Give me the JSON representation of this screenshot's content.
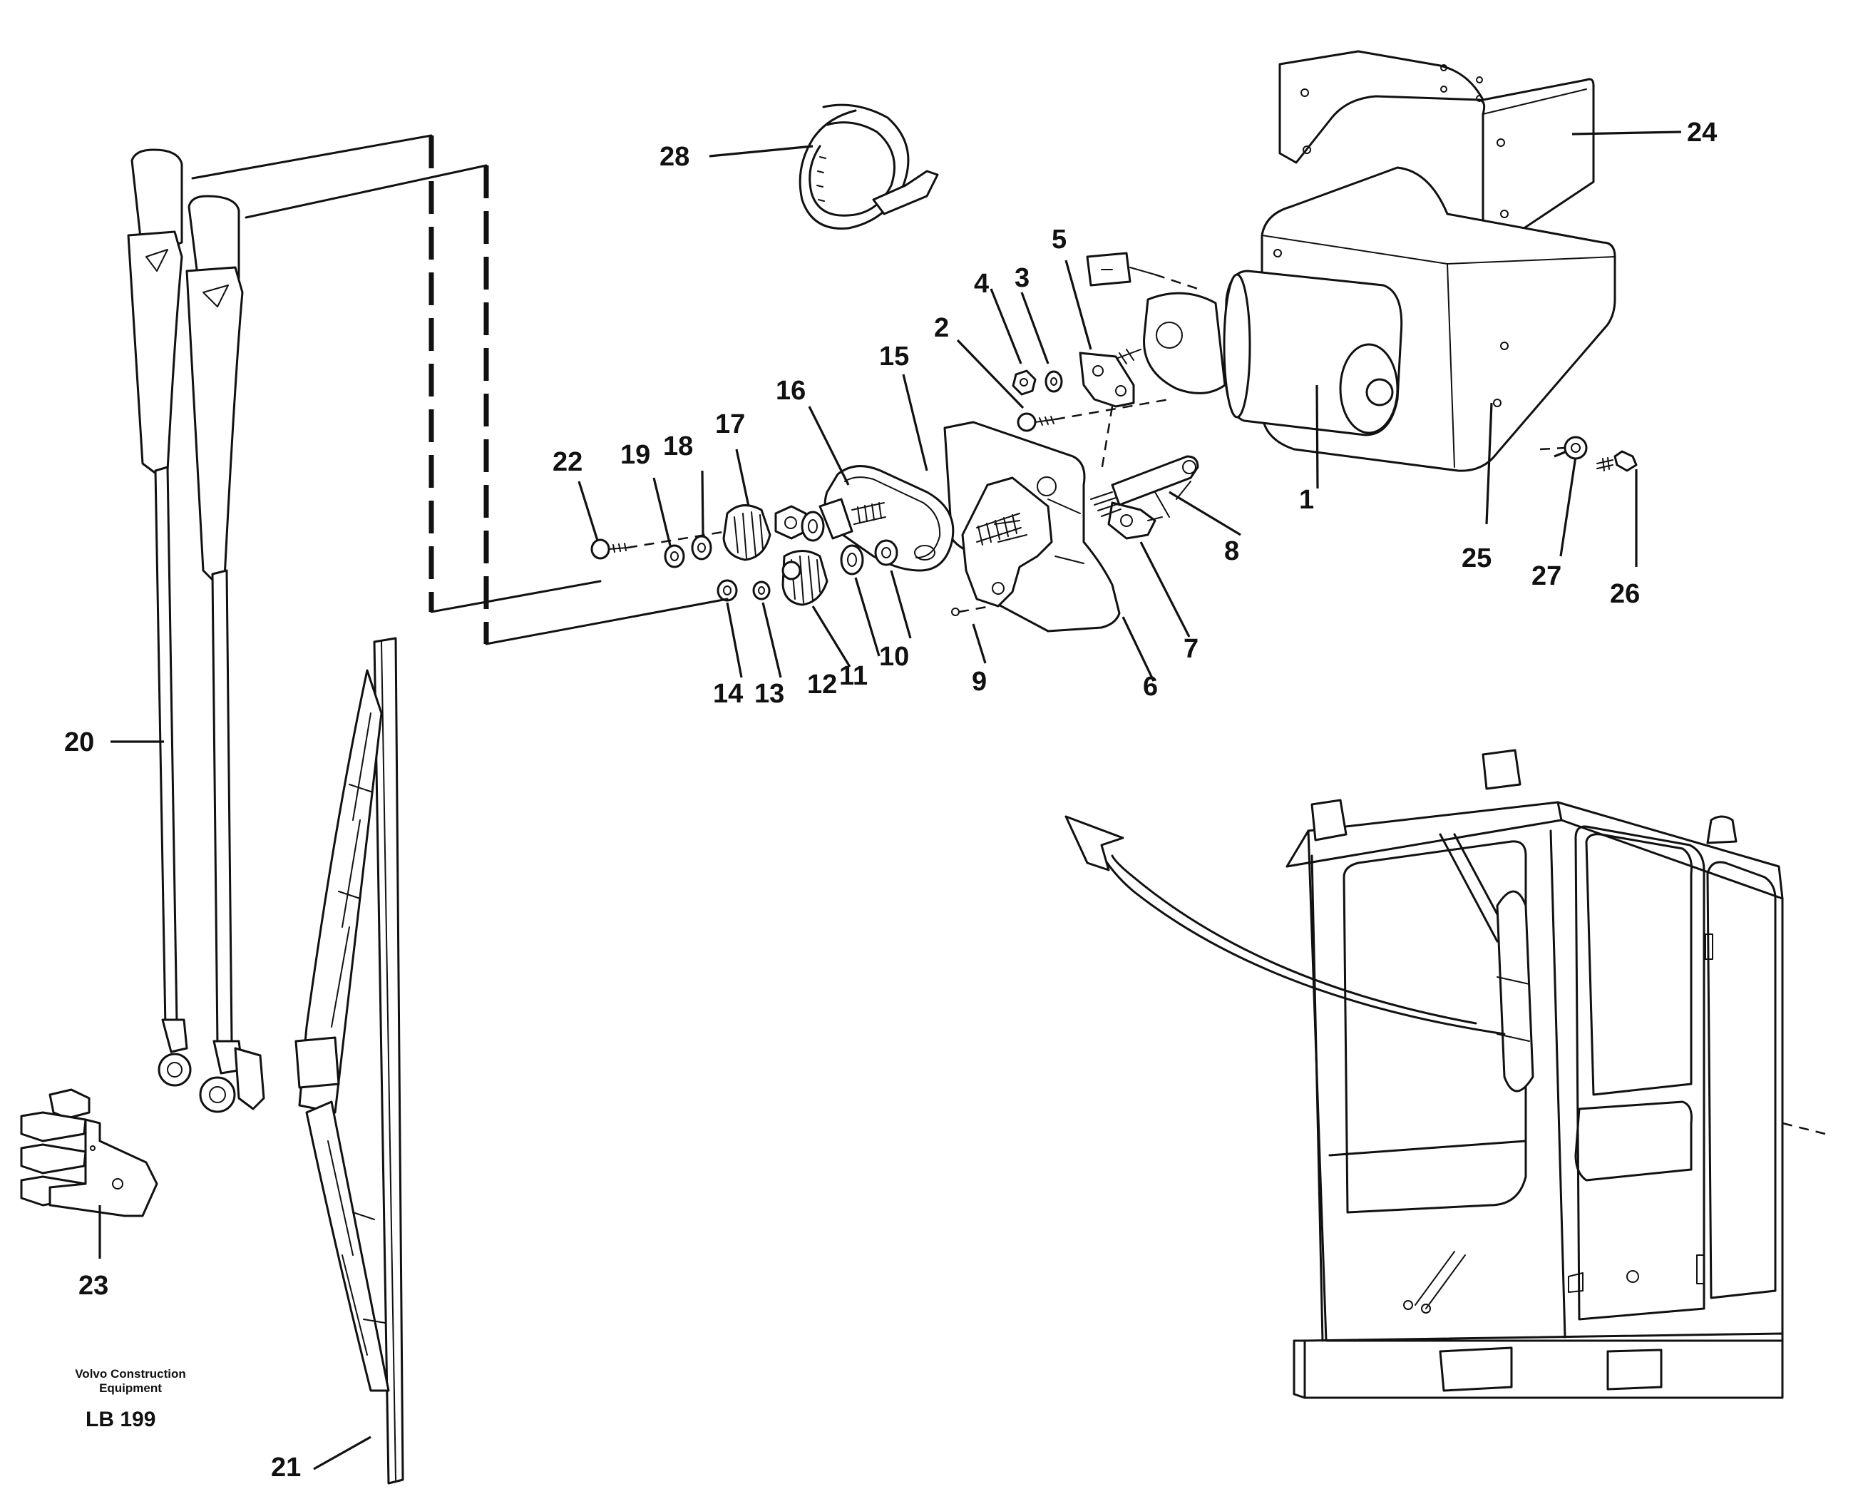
{
  "labels": {
    "p1": "1",
    "p2": "2",
    "p3": "3",
    "p4": "4",
    "p5": "5",
    "p6": "6",
    "p7": "7",
    "p8": "8",
    "p9": "9",
    "p10": "10",
    "p11": "11",
    "p12": "12",
    "p13": "13",
    "p14": "14",
    "p15": "15",
    "p16": "16",
    "p17": "17",
    "p18": "18",
    "p19": "19",
    "p20": "20",
    "p21": "21",
    "p22": "22",
    "p23": "23",
    "p24": "24",
    "p25": "25",
    "p26": "26",
    "p27": "27",
    "p28": "28"
  },
  "footer": {
    "brand_line1": "Volvo Construction",
    "brand_line2": "Equipment",
    "code": "LB 199"
  }
}
